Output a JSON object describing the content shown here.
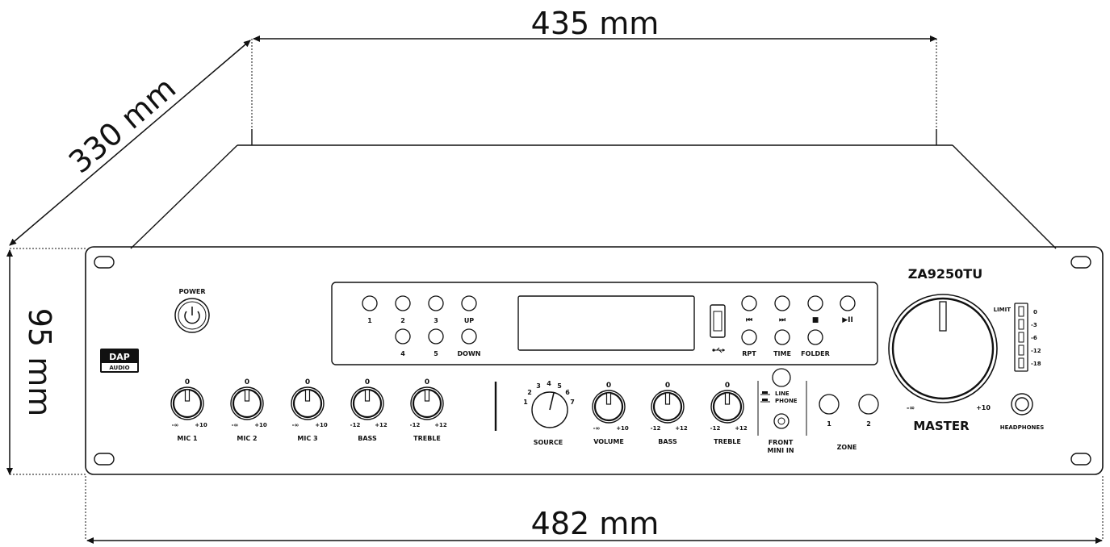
{
  "dimensions": {
    "top_width": "435 mm",
    "depth": "330 mm",
    "height": "95 mm",
    "bottom_width": "482 mm"
  },
  "panel": {
    "model": "ZA9250TU",
    "brand_top": "DAP",
    "brand_bottom": "AUDIO",
    "power_label": "POWER",
    "preset_buttons": [
      "1",
      "2",
      "3",
      "UP",
      "4",
      "5",
      "DOWN"
    ],
    "usb_icon_label": "usb-icon",
    "transport_symbols": [
      "⏮",
      "⏭",
      "■",
      "▶II"
    ],
    "transport_labels": [
      "RPT",
      "TIME",
      "FOLDER"
    ],
    "knob_zero": "0",
    "knob_min_vol": "-∞",
    "knob_max_vol": "+10",
    "knob_min_eq": "-12",
    "knob_max_eq": "+12",
    "mic1": "MIC 1",
    "mic2": "MIC 2",
    "mic3": "MIC 3",
    "bass": "BASS",
    "treble": "TREBLE",
    "source_label": "SOURCE",
    "source_positions": [
      "1",
      "2",
      "3",
      "4",
      "5",
      "6",
      "7"
    ],
    "volume": "VOLUME",
    "bass2": "BASS",
    "treble2": "TREBLE",
    "line": "LINE",
    "phone": "PHONE",
    "front_mini_in_1": "FRONT",
    "front_mini_in_2": "MINI IN",
    "zone": "ZONE",
    "zone1": "1",
    "zone2": "2",
    "master": "MASTER",
    "headphones": "HEADPHONES",
    "limit": "LIMIT",
    "meter": [
      "0",
      "-3",
      "-6",
      "-12",
      "-18"
    ]
  }
}
